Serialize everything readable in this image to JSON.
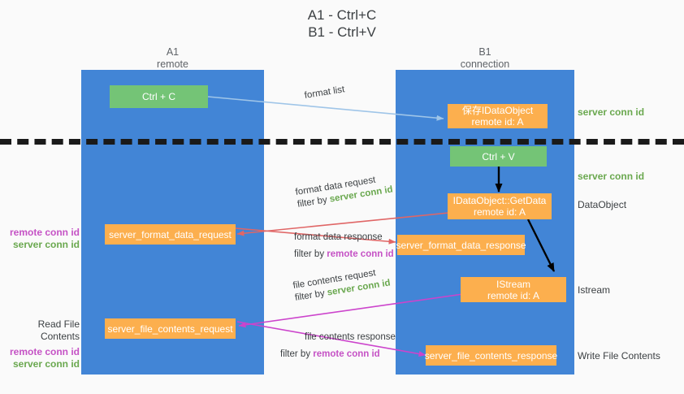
{
  "title": {
    "line1": "A1 - Ctrl+C",
    "line2": "B1 - Ctrl+V"
  },
  "colors": {
    "lane": "#4285d6",
    "green_node": "#74c476",
    "orange_node": "#fcaf4e",
    "server_conn_id": "#6aa84f",
    "remote_conn_id": "#c552c5",
    "divider": "#1a1a1a",
    "arrow_format_list": "#9fc5e8",
    "arrow_format_data": "#e06666",
    "arrow_file_contents": "#cc44cc",
    "arrow_black": "#000000",
    "background": "#fafafa"
  },
  "lanes": [
    {
      "id": "a1",
      "title": "A1",
      "subtitle": "remote"
    },
    {
      "id": "b1",
      "title": "B1",
      "subtitle": "connection"
    }
  ],
  "nodes": {
    "ctrl_c": {
      "line1": "Ctrl + C",
      "line2": ""
    },
    "save_idataobject": {
      "line1": "保存IDataObject",
      "line2": "remote id: A"
    },
    "ctrl_v": {
      "line1": "Ctrl + V",
      "line2": ""
    },
    "getdata": {
      "line1": "IDataObject::GetData",
      "line2": "remote id: A"
    },
    "server_format_data_request": {
      "line1": "server_format_data_request",
      "line2": ""
    },
    "server_format_data_response": {
      "line1": "server_format_data_response",
      "line2": ""
    },
    "istream": {
      "line1": "IStream",
      "line2": "remote id: A"
    },
    "server_file_contents_request": {
      "line1": "server_file_contents_request",
      "line2": ""
    },
    "server_file_contents_response": {
      "line1": "server_file_contents_response",
      "line2": ""
    }
  },
  "right_labels": [
    {
      "id": "server-conn-id-1",
      "text": "server conn id",
      "style": "green"
    },
    {
      "id": "server-conn-id-2",
      "text": "server conn id",
      "style": "green"
    },
    {
      "id": "dataobject",
      "text": "DataObject",
      "style": "plain"
    },
    {
      "id": "istream",
      "text": "Istream",
      "style": "plain"
    },
    {
      "id": "write-file-contents",
      "text": "Write File Contents",
      "style": "plain"
    }
  ],
  "left_labels": {
    "group1": {
      "remote": "remote conn id",
      "server": "server conn id"
    },
    "group2": {
      "heading": "Read File Contents",
      "remote": "remote conn id",
      "server": "server conn id"
    }
  },
  "edges": [
    {
      "id": "format-list",
      "label": "format list",
      "filter_prefix": "",
      "filter_value": "",
      "filter_style": ""
    },
    {
      "id": "format-data-request",
      "label": "format data request",
      "filter_prefix": "filter by ",
      "filter_value": "server conn id",
      "filter_style": "green"
    },
    {
      "id": "format-data-response",
      "label": "format data response",
      "filter_prefix": "filter by ",
      "filter_value": "remote conn id",
      "filter_style": "purple"
    },
    {
      "id": "file-contents-request",
      "label": "file contents request",
      "filter_prefix": "filter by ",
      "filter_value": "server conn id",
      "filter_style": "green"
    },
    {
      "id": "file-contents-response",
      "label": "file contents response",
      "filter_prefix": "filter by ",
      "filter_value": "remote conn id",
      "filter_style": "purple"
    }
  ]
}
